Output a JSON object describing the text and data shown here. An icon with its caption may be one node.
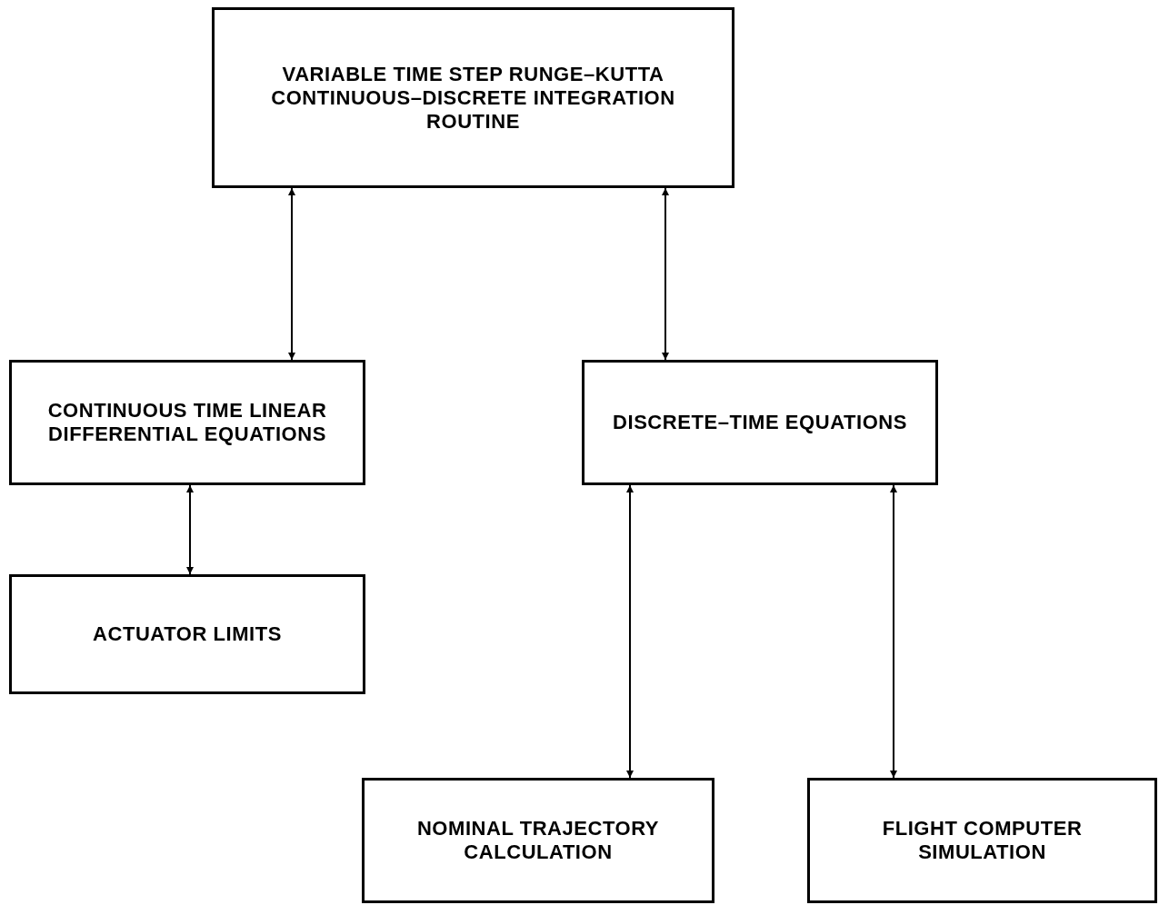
{
  "diagram": {
    "nodes": [
      {
        "text": [
          "VARIABLE TIME STEP RUNGE–KUTTA CONTINUOUS–DISCRETE INTEGRATION ROUTINE"
        ]
      },
      {
        "text": [
          "CONTINUOUS TIME LINEAR DIFFERENTIAL EQUATIONS"
        ]
      },
      {
        "text": [
          "DISCRETE–TIME EQUATIONS"
        ]
      },
      {
        "text": [
          "ACTUATOR LIMITS"
        ]
      },
      {
        "text": [
          "NOMINAL TRAJECTORY CALCULATION"
        ]
      },
      {
        "text": [
          "FLIGHT COMPUTER SIMULATION"
        ]
      }
    ],
    "edges": [
      {
        "from": 0,
        "to": 1,
        "arrow": "both"
      },
      {
        "from": 0,
        "to": 2,
        "arrow": "both"
      },
      {
        "from": 1,
        "to": 3,
        "arrow": "both"
      },
      {
        "from": 2,
        "to": 4,
        "arrow": "both"
      },
      {
        "from": 2,
        "to": 5,
        "arrow": "both"
      }
    ]
  }
}
